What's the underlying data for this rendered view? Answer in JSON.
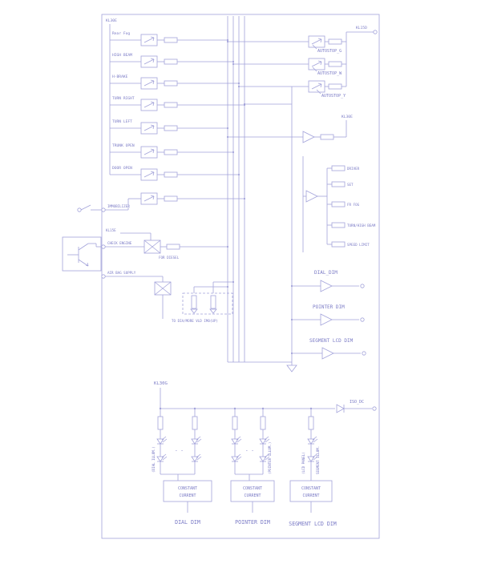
{
  "colors": {
    "line": "#a3a3da",
    "text": "#7b7bc6",
    "background": "#ffffff"
  },
  "labels": {
    "kl30e_top": "KL30E",
    "left_rows": [
      "Rear Fog",
      "HIGH BEAM",
      "H-BRAKE",
      "TURN RIGHT",
      "TURN LEFT",
      "TRUNK OPEN",
      "DOOR OPEN"
    ],
    "immobilizer": "IMMOBILIZER",
    "kl15e": "KL15E",
    "check_engine": "CHECK ENGINE",
    "for_diesel": "FOR DIESEL",
    "air_bag_supply": "AIR BAG SUPPLY",
    "diag_note": "TO DIA/MORE VLD IMO(UP)",
    "kl15d": "KL15D",
    "autostop_rows": [
      "AUTOSTOP_G",
      "AUTOSTOP_W",
      "AUTOSTOP_Y"
    ],
    "kl30e_mid": "KL30E",
    "driver_rows": [
      "DRIVER",
      "SET",
      "FR FOG",
      "TURN/HIGH BEAM",
      "SPEED LIMIT"
    ],
    "dial_dim": "DIAL_DIM",
    "pointer_dim": "POINTER DIM",
    "segment_lcd_dim": "SEGMENT LCD DIM",
    "kl30g": "KL30G",
    "iso_dc": "ISO_DC",
    "illum_dial": "(DIAL ILLUM.)",
    "illum_pointer": "(POINTER ILLUM.)",
    "illum_lcd": "(LCD PANEL)",
    "illum_segment": "SEGMENT ILLUM.",
    "cc_line1": "CONSTANT",
    "cc_line2": "CURRENT",
    "out_dial": "DIAL DIM",
    "out_pointer": "POINTER DIM",
    "out_segment": "SEGMENT LCD DIM",
    "dash_mark": "- -"
  }
}
